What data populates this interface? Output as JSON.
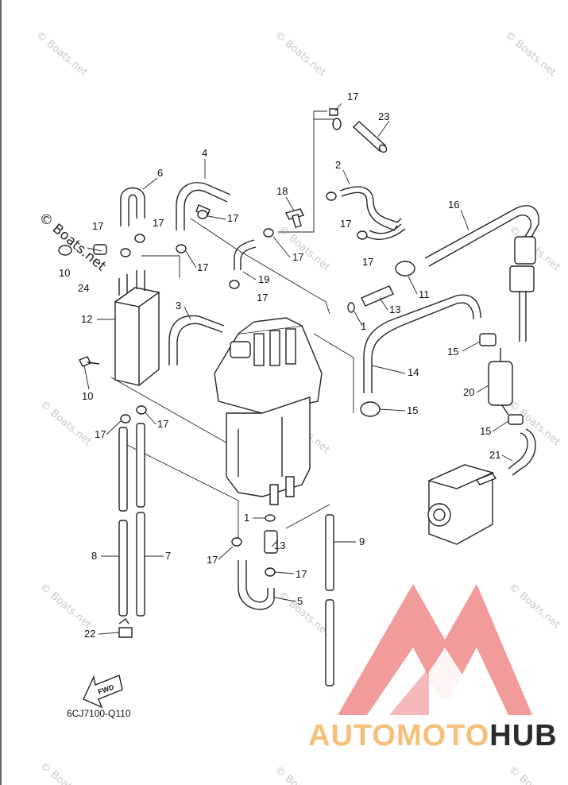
{
  "diagram": {
    "diagram_code": "6CJ7100-Q110",
    "fwd_label": "FWD",
    "watermark_text": "© Boats.net",
    "brand": {
      "part1": "AUTOMOTO",
      "part2": "HUB",
      "color_light": "#f4c07a",
      "color_red": "#f08a8a",
      "color_dark": "#2b2b2b"
    },
    "callouts": [
      {
        "id": "c23",
        "text": "23"
      },
      {
        "id": "c17a",
        "text": "17"
      },
      {
        "id": "c2",
        "text": "2"
      },
      {
        "id": "c4",
        "text": "4"
      },
      {
        "id": "c6",
        "text": "6"
      },
      {
        "id": "c18",
        "text": "18"
      },
      {
        "id": "c16",
        "text": "16"
      },
      {
        "id": "c17b",
        "text": "17"
      },
      {
        "id": "c17c",
        "text": "17"
      },
      {
        "id": "c17d",
        "text": "17"
      },
      {
        "id": "c17e",
        "text": "17"
      },
      {
        "id": "c10a",
        "text": "10"
      },
      {
        "id": "c24",
        "text": "24"
      },
      {
        "id": "c17f",
        "text": "17"
      },
      {
        "id": "c17g",
        "text": "17"
      },
      {
        "id": "c17h",
        "text": "17"
      },
      {
        "id": "c19",
        "text": "19"
      },
      {
        "id": "c11",
        "text": "11"
      },
      {
        "id": "c17i",
        "text": "17"
      },
      {
        "id": "c13a",
        "text": "13"
      },
      {
        "id": "c3",
        "text": "3"
      },
      {
        "id": "c12",
        "text": "12"
      },
      {
        "id": "c1a",
        "text": "1"
      },
      {
        "id": "c15a",
        "text": "15"
      },
      {
        "id": "c14",
        "text": "14"
      },
      {
        "id": "c10b",
        "text": "10"
      },
      {
        "id": "c20",
        "text": "20"
      },
      {
        "id": "c15b",
        "text": "15"
      },
      {
        "id": "c17j",
        "text": "17"
      },
      {
        "id": "c17k",
        "text": "17"
      },
      {
        "id": "c15c",
        "text": "15"
      },
      {
        "id": "c21",
        "text": "21"
      },
      {
        "id": "c1b",
        "text": "1"
      },
      {
        "id": "c9",
        "text": "9"
      },
      {
        "id": "c13b",
        "text": "13"
      },
      {
        "id": "c8",
        "text": "8"
      },
      {
        "id": "c7",
        "text": "7"
      },
      {
        "id": "c17l",
        "text": "17"
      },
      {
        "id": "c17m",
        "text": "17"
      },
      {
        "id": "c5",
        "text": "5"
      },
      {
        "id": "c22",
        "text": "22"
      }
    ]
  }
}
